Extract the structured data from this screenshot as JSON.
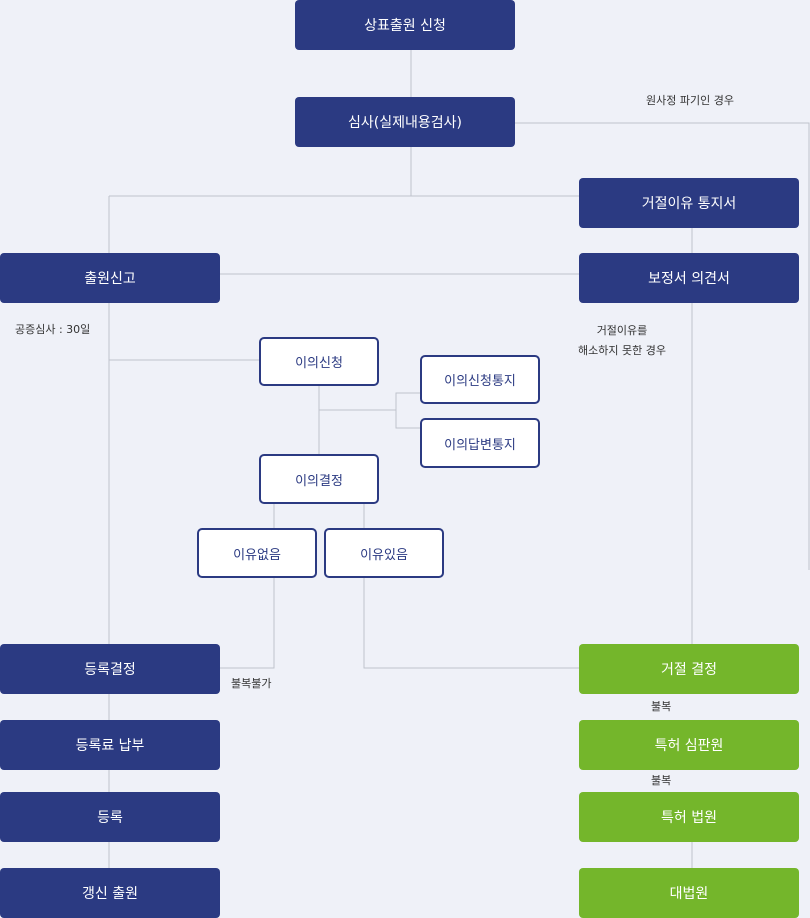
{
  "nodes": {
    "application": "상표출원 신청",
    "examination": "심사(실제내용검사)",
    "rejection_notice": "거절이유 통지서",
    "publication": "출원신고",
    "amendment": "보정서 의견서",
    "opposition": "이의신청",
    "opposition_notice": "이의신청통지",
    "opposition_reply_notice": "이의답변통지",
    "opposition_decision": "이의결정",
    "no_grounds": "이유없음",
    "grounds": "이유있음",
    "registration_decision": "등록결정",
    "fee_payment": "등록료 납부",
    "registration": "등록",
    "renewal": "갱신 출원",
    "rejection_decision": "거절 결정",
    "patent_tribunal": "특허 심판원",
    "patent_court": "특허 법원",
    "supreme_court": "대법원"
  },
  "notes": {
    "no_rejection_reason": "원사정 파기인 경우",
    "public_review": "공증심사 : 30일",
    "unresolved_line1": "거절이유를",
    "unresolved_line2": "해소하지 못한 경우",
    "no_appeal": "불복불가",
    "appeal_1": "불복",
    "appeal_2": "불복"
  },
  "colors": {
    "navy": "#2b3a82",
    "green": "#74b62b",
    "background": "#eff1f8",
    "connector": "#bfc3cc"
  }
}
